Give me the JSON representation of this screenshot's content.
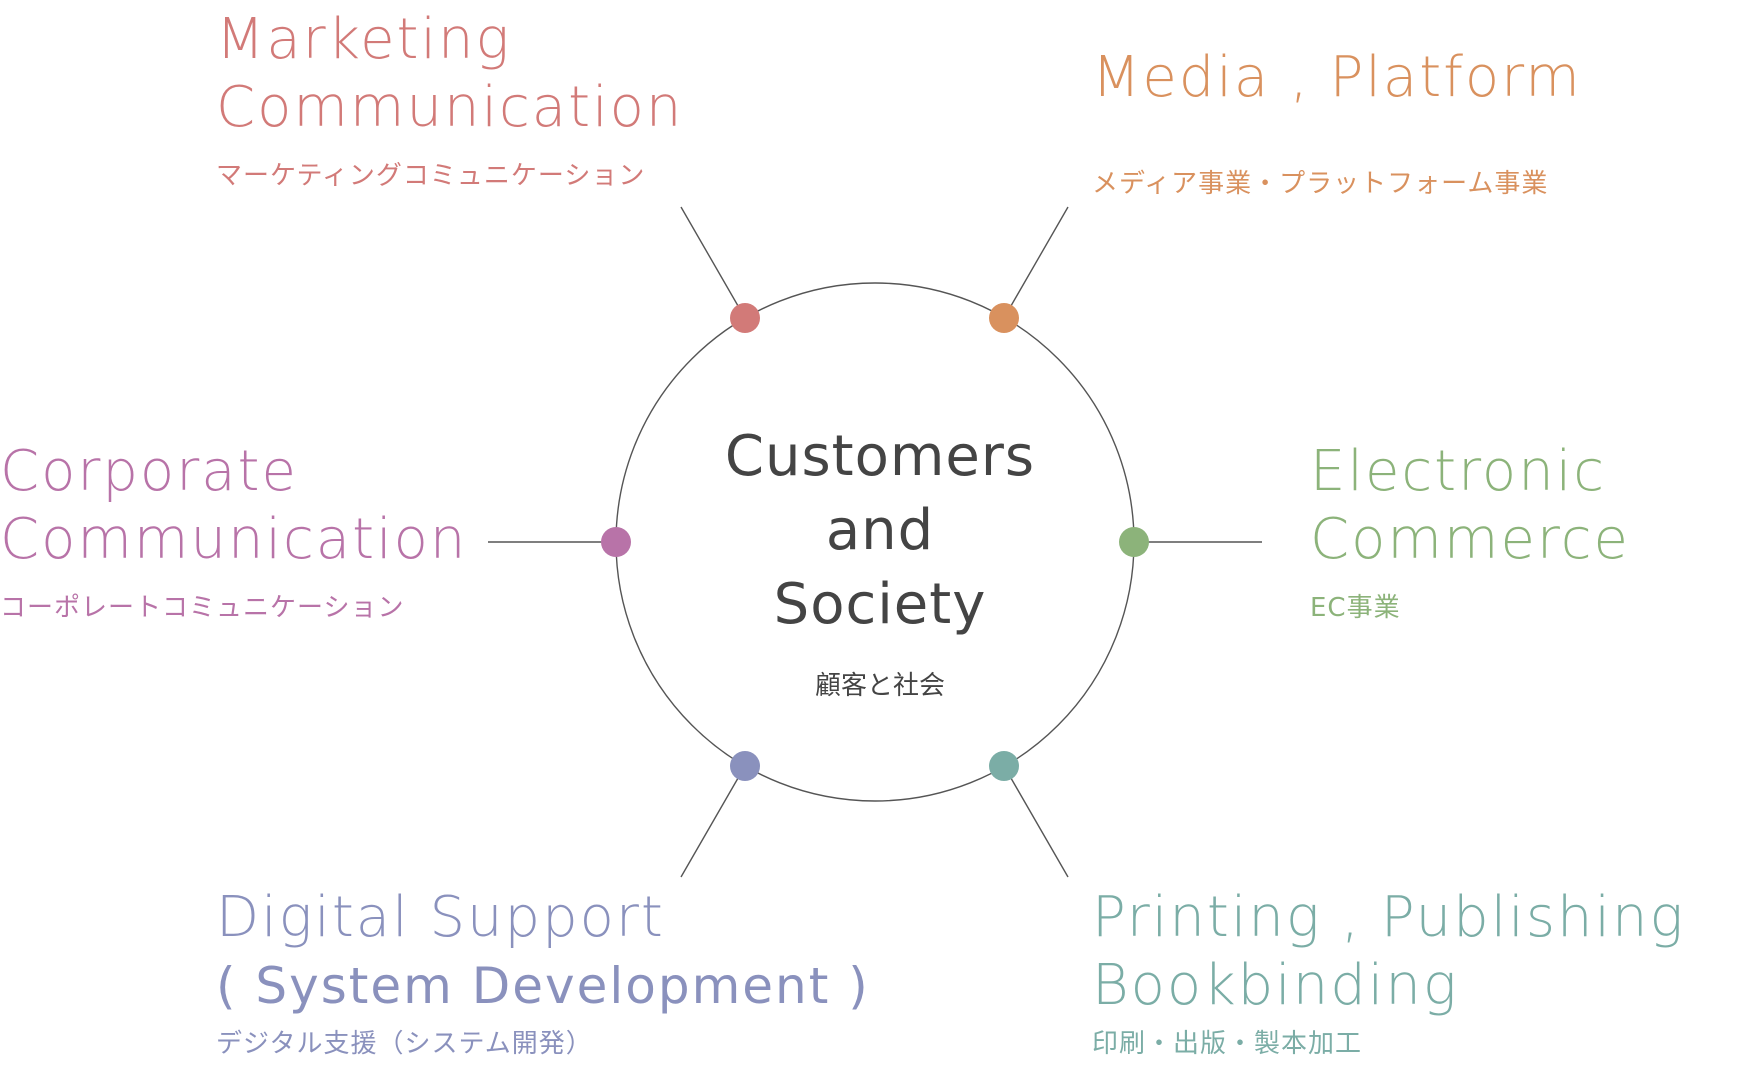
{
  "center": {
    "lines": [
      "Customers",
      "and",
      "Society"
    ],
    "jp": "顧客と社会",
    "color": "#444444"
  },
  "segments": [
    {
      "id": "marketing",
      "en": [
        "Marketing",
        "Communication"
      ],
      "jp": "マーケティングコミュニケーション",
      "color": "#d27a78"
    },
    {
      "id": "media",
      "en": [
        "Media , Platform"
      ],
      "jp": "メディア事業・プラットフォーム事業",
      "color": "#d9915e"
    },
    {
      "id": "corporate",
      "en": [
        "Corporate",
        "Communication"
      ],
      "jp": "コーポレートコミュニケーション",
      "color": "#b873a8"
    },
    {
      "id": "ec",
      "en": [
        "Electronic",
        "Commerce"
      ],
      "jp": "EC事業",
      "color": "#8cb37a"
    },
    {
      "id": "digital",
      "en": [
        "Digital Support",
        "( System Development )"
      ],
      "jp": "デジタル支援（システム開発）",
      "color": "#8a91bd"
    },
    {
      "id": "printing",
      "en": [
        "Printing , Publishing",
        "Bookbinding"
      ],
      "jp": "印刷・出版・製本加工",
      "color": "#7bada6"
    }
  ]
}
